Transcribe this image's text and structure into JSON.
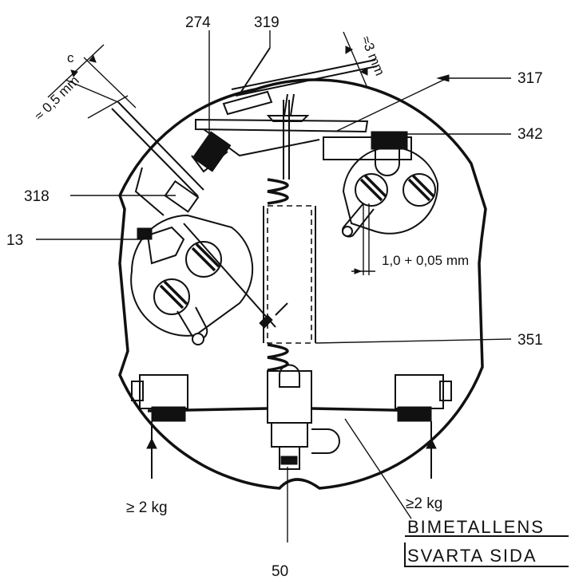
{
  "colors": {
    "ink": "#111111",
    "paper": "#ffffff"
  },
  "labels": {
    "p274": "274",
    "p319": "319",
    "gap3mm": "≈3 mm",
    "p317": "317",
    "p342": "342",
    "dim_c": "c",
    "dim_05": "≈ 0,5 mm",
    "p318": "318",
    "p13": "13",
    "dim_10": "1,0 + 0,05 mm",
    "p351": "351",
    "force_left": "≥ 2 kg",
    "force_right": "≥2 kg",
    "note_line1": "BIMETALLENS",
    "note_line2": "SVARTA SIDA",
    "p50": "50"
  }
}
